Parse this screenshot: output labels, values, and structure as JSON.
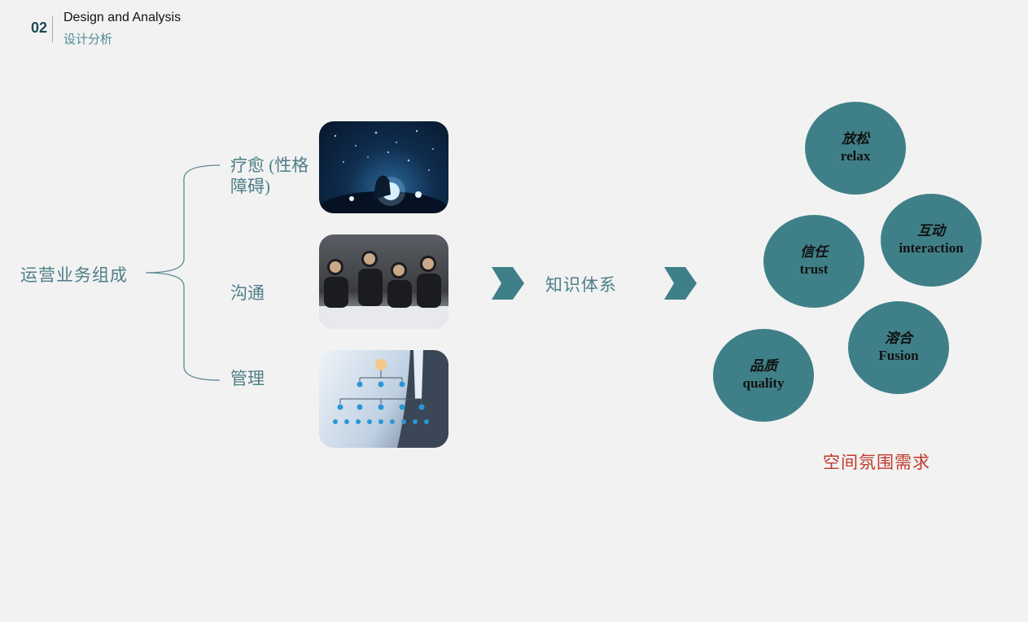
{
  "header": {
    "section_number": "02",
    "title_en": "Design and Analysis",
    "title_cn": "设计分析"
  },
  "tree": {
    "root": "运营业务组成",
    "branches": [
      {
        "label": "疗愈 (性格障碍)"
      },
      {
        "label": "沟通"
      },
      {
        "label": "管理"
      }
    ]
  },
  "flow": {
    "middle_label": "知识体系"
  },
  "bubbles": [
    {
      "cn": "放松",
      "en": "relax"
    },
    {
      "cn": "互动",
      "en": "interaction"
    },
    {
      "cn": "信任",
      "en": "trust"
    },
    {
      "cn": "溶合",
      "en": "Fusion"
    },
    {
      "cn": "品质",
      "en": "quality"
    }
  ],
  "result_label": "空间氛围需求",
  "colors": {
    "background": "#f2f2f2",
    "accent_teal": "#3f8088",
    "text_teal": "#4e7f88",
    "result_red": "#c0392b"
  }
}
